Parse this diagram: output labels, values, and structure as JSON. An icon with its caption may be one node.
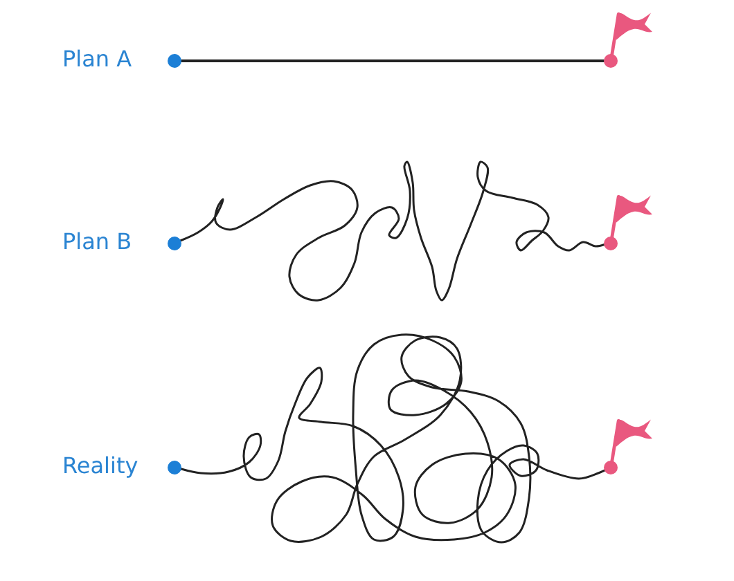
{
  "diagram": {
    "nodes": [
      {
        "text": [],
        "shape": "circle",
        "beside": [
          "Plan A"
        ]
      },
      {
        "text": [],
        "shape": "flag"
      },
      {
        "text": [],
        "shape": "circle",
        "beside": [
          "Plan B"
        ]
      },
      {
        "text": [],
        "shape": "flag"
      },
      {
        "text": [],
        "shape": "circle",
        "beside": [
          "Reality"
        ]
      },
      {
        "text": [],
        "shape": "flag"
      }
    ],
    "edges": [
      {
        "from": 0,
        "to": 1,
        "arrow": "none"
      },
      {
        "from": 2,
        "to": 3,
        "arrow": "none"
      },
      {
        "from": 4,
        "to": 5,
        "arrow": "none"
      }
    ]
  }
}
